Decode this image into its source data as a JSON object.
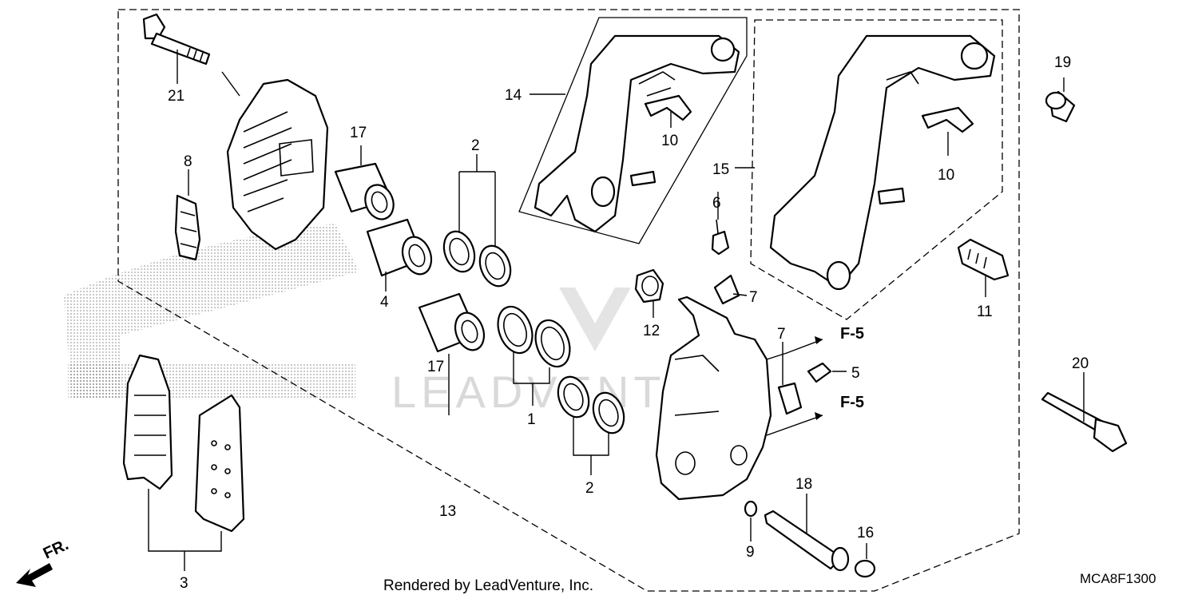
{
  "callouts": {
    "c1": "1",
    "c2a": "2",
    "c2b": "2",
    "c3": "3",
    "c4": "4",
    "c5": "5",
    "c6": "6",
    "c7a": "7",
    "c7b": "7",
    "c8": "8",
    "c9": "9",
    "c10a": "10",
    "c10b": "10",
    "c11": "11",
    "c12": "12",
    "c13": "13",
    "c14": "14",
    "c15": "15",
    "c16": "16",
    "c17a": "17",
    "c17b": "17",
    "c18": "18",
    "c19": "19",
    "c20": "20",
    "c21": "21"
  },
  "refs": {
    "upper": "F-5",
    "lower": "F-5"
  },
  "front_indicator": "FR.",
  "footer": {
    "rendered_by": "Rendered by LeadVenture, Inc.",
    "diagram_code": "MCA8F1300"
  },
  "watermark": "LEADVENTURE"
}
